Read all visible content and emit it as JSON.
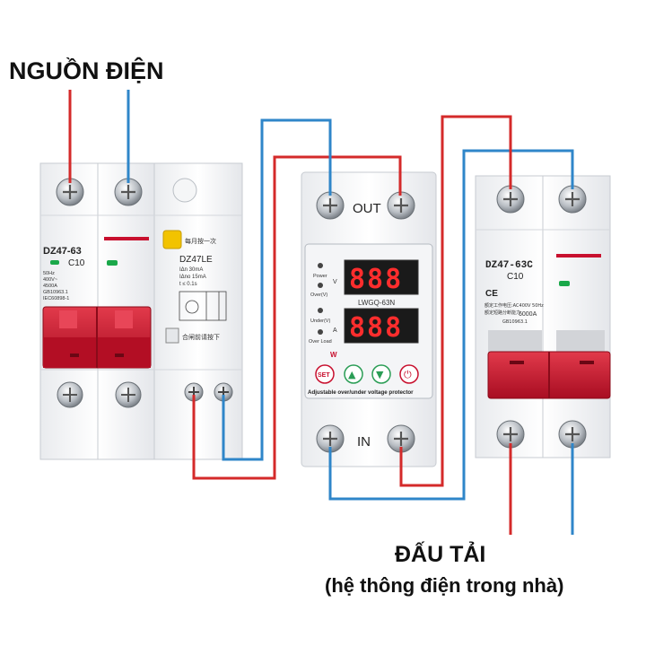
{
  "labels": {
    "source": "NGUỒN ĐIỆN",
    "load_title": "ĐẤU TẢI",
    "load_subtitle": "(hệ thông điện trong nhà)"
  },
  "wire_colors": {
    "phase": "#d42a2a",
    "neutral": "#2f86c9"
  },
  "left_breaker": {
    "model": "DZ47-63",
    "rating": "C10",
    "spec_lines": [
      "50Hz",
      "400V~",
      "4500A",
      "GB10963.1",
      "IEC60898-1"
    ],
    "rcd_model": "DZ47LE",
    "rcd_test_label": "每月按一次",
    "rcd_spec_lines": [
      "IΔn 30mA",
      "IΔno 15mA",
      "t ≤ 0.1s"
    ],
    "rcd_reset_label": "合闸前请按下",
    "handle_color": "#c8102e"
  },
  "protector": {
    "top_label": "OUT",
    "bottom_label": "IN",
    "display_top": "888",
    "display_bottom": "888",
    "model": "LWGQ-63N",
    "indicators": [
      "Power",
      "Over(V)",
      "Under(V)",
      "Over Load"
    ],
    "unit_top": "V",
    "unit_bottom": "A",
    "brand": "W",
    "buttons": [
      "SET",
      "▲",
      "▼",
      "⏻"
    ],
    "caption": "Adjustable over/under voltage protector"
  },
  "right_breaker": {
    "model": "DZ47-63C",
    "rating": "C10",
    "spec_lines": [
      "额定工作电压:AC400V 50Hz",
      "额定短路分断能力",
      "GB10963.1"
    ],
    "breaking": "6000A",
    "ce": "CE",
    "handle_color": "#c8102e"
  }
}
